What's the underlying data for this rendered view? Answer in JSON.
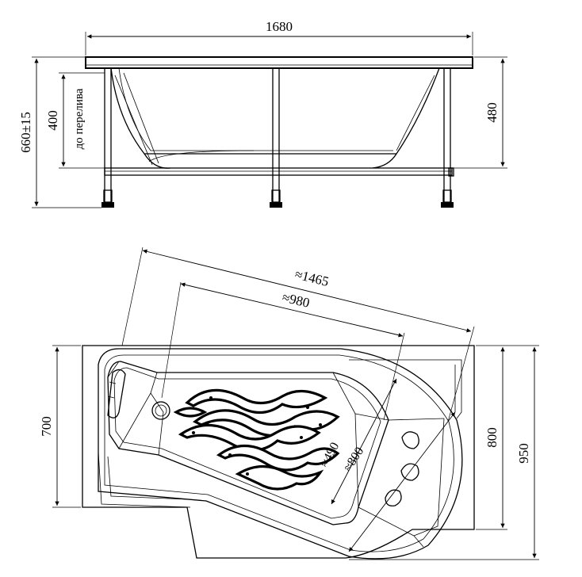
{
  "side_view": {
    "length_label": "1680",
    "total_height_label": "660±15",
    "overflow_height_label": "400",
    "overflow_caption": "до перелива",
    "rim_height_label": "480"
  },
  "top_view": {
    "diagonal_outer_label": "≈1465",
    "diagonal_inner_label": "≈980",
    "inner_width_label": "≈490",
    "inner_length_label": "≈800",
    "left_width_label": "700",
    "right_width_label": "800",
    "overall_width_label": "950"
  }
}
